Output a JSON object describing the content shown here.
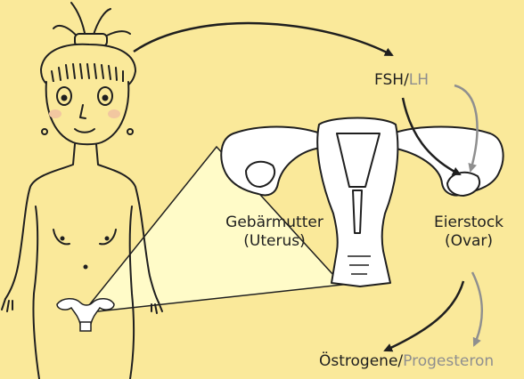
{
  "hormones_top": {
    "fsh": "FSH",
    "sep": "/",
    "lh": "LH"
  },
  "uterus": {
    "line1": "Gebärmutter",
    "line2": "(Uterus)"
  },
  "ovary": {
    "line1": "Eierstock",
    "line2": "(Ovar)"
  },
  "hormones_bottom": {
    "estrogen": "Östrogene",
    "sep": "/",
    "progesterone": "Progesteron"
  },
  "colors": {
    "background": "#fae99a",
    "highlight": "#fffbc8",
    "line": "#1f1f1f",
    "gray_arrow": "#8f8f8f"
  }
}
